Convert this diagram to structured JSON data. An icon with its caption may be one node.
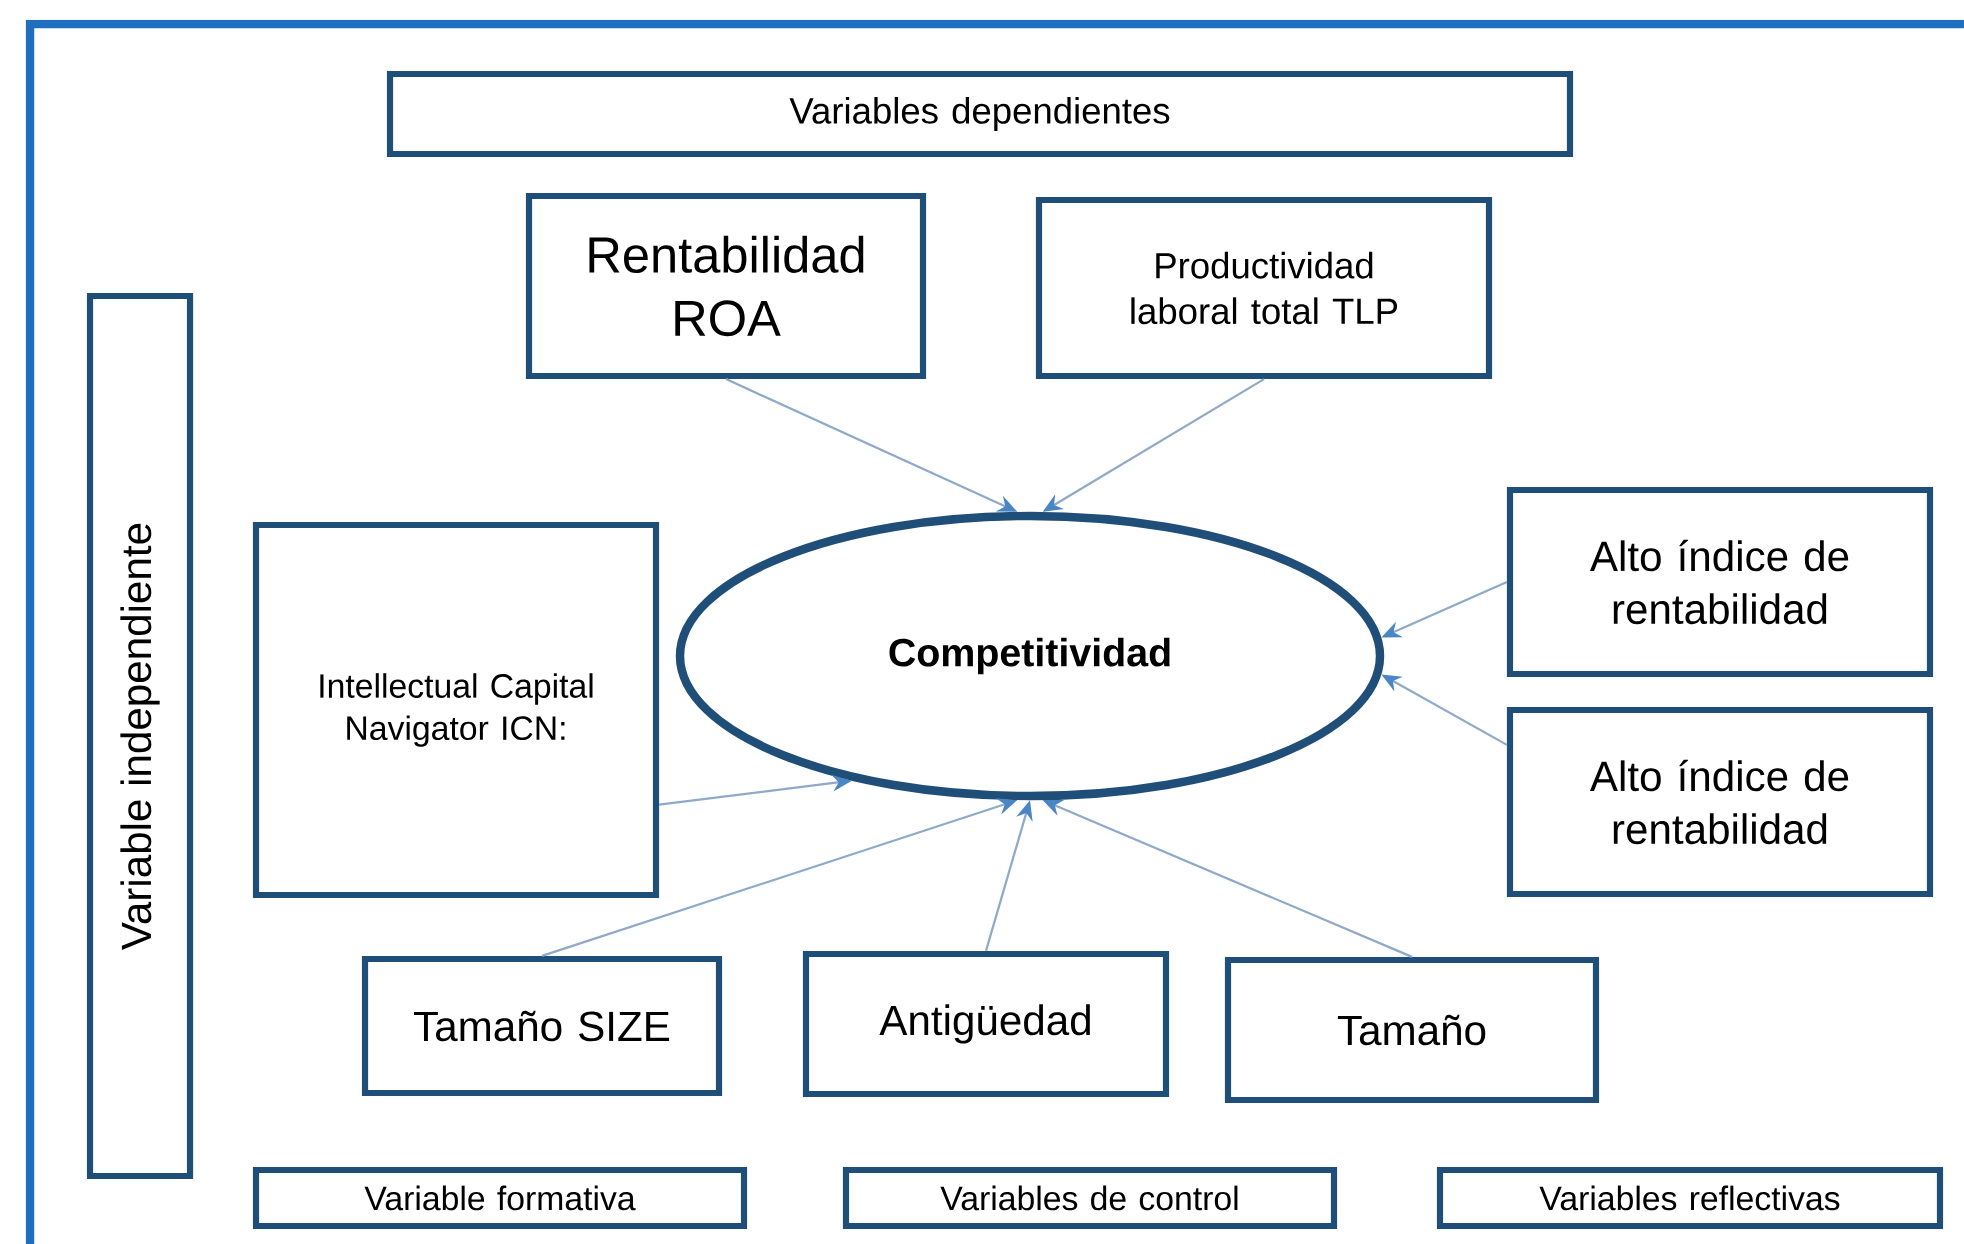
{
  "diagram": {
    "nodes": [
      {
        "text": [
          "Variables dependientes"
        ]
      },
      {
        "text": [
          "Rentabilidad ROA"
        ]
      },
      {
        "text": [
          "Productividad laboral total TLP"
        ]
      },
      {
        "text": [
          "Variable independiente"
        ]
      },
      {
        "text": [
          "Intellectual Capital Navigator ICN:"
        ]
      },
      {
        "text": [
          "Competitividad"
        ]
      },
      {
        "text": [
          "Alto índice de rentabilidad"
        ]
      },
      {
        "text": [
          "Alto índice de rentabilidad"
        ]
      },
      {
        "text": [
          "Tamaño SIZE"
        ]
      },
      {
        "text": [
          "Antigüedad"
        ]
      },
      {
        "text": [
          "Tamaño"
        ]
      },
      {
        "text": [
          "Variable formativa"
        ]
      },
      {
        "text": [
          "Variables de control"
        ]
      },
      {
        "text": [
          "Variables reflectivas"
        ]
      }
    ],
    "edges": [
      {
        "from": 1,
        "to": 5,
        "arrow": "to"
      },
      {
        "from": 2,
        "to": 5,
        "arrow": "to"
      },
      {
        "from": 4,
        "to": 5,
        "arrow": "to"
      },
      {
        "from": 6,
        "to": 5,
        "arrow": "to"
      },
      {
        "from": 7,
        "to": 5,
        "arrow": "to"
      },
      {
        "from": 8,
        "to": 5,
        "arrow": "to"
      },
      {
        "from": 9,
        "to": 5,
        "arrow": "to"
      },
      {
        "from": 10,
        "to": 5,
        "arrow": "to"
      }
    ]
  }
}
